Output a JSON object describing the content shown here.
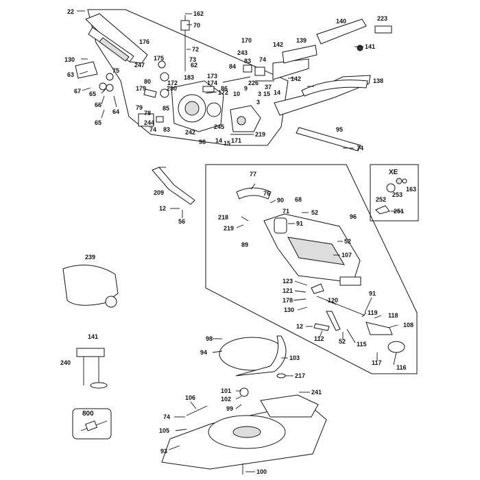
{
  "labels": [
    {
      "id": "l22a",
      "text": "22"
    },
    {
      "id": "l162",
      "text": "162"
    },
    {
      "id": "l70",
      "text": "70"
    },
    {
      "id": "l72",
      "text": "72"
    },
    {
      "id": "l73",
      "text": "73"
    },
    {
      "id": "l176",
      "text": "176"
    },
    {
      "id": "l247",
      "text": "247"
    },
    {
      "id": "l175",
      "text": "175"
    },
    {
      "id": "l62",
      "text": "62"
    },
    {
      "id": "l183",
      "text": "183"
    },
    {
      "id": "l173",
      "text": "173"
    },
    {
      "id": "l174",
      "text": "174"
    },
    {
      "id": "l172a",
      "text": "172"
    },
    {
      "id": "l172b",
      "text": "172"
    },
    {
      "id": "l80",
      "text": "80"
    },
    {
      "id": "l179",
      "text": "179"
    },
    {
      "id": "l250",
      "text": "250"
    },
    {
      "id": "l79",
      "text": "79"
    },
    {
      "id": "l78",
      "text": "78"
    },
    {
      "id": "l85",
      "text": "85"
    },
    {
      "id": "l74a",
      "text": "74"
    },
    {
      "id": "l83a",
      "text": "83"
    },
    {
      "id": "l244",
      "text": "244"
    },
    {
      "id": "l242",
      "text": "242"
    },
    {
      "id": "l98a",
      "text": "98"
    },
    {
      "id": "l130a",
      "text": "130"
    },
    {
      "id": "l63",
      "text": "63"
    },
    {
      "id": "l75",
      "text": "75"
    },
    {
      "id": "l67",
      "text": "67"
    },
    {
      "id": "l65a",
      "text": "65"
    },
    {
      "id": "l66",
      "text": "66"
    },
    {
      "id": "l64",
      "text": "64"
    },
    {
      "id": "l65b",
      "text": "65"
    },
    {
      "id": "l170",
      "text": "170"
    },
    {
      "id": "l243",
      "text": "243"
    },
    {
      "id": "l84",
      "text": "84"
    },
    {
      "id": "l83b",
      "text": "83"
    },
    {
      "id": "l74b",
      "text": "74"
    },
    {
      "id": "l86",
      "text": "86"
    },
    {
      "id": "l9",
      "text": "9"
    },
    {
      "id": "l10",
      "text": "10"
    },
    {
      "id": "l226",
      "text": "226"
    },
    {
      "id": "l37",
      "text": "37"
    },
    {
      "id": "l3a",
      "text": "3"
    },
    {
      "id": "l15a",
      "text": "15"
    },
    {
      "id": "l14a",
      "text": "14"
    },
    {
      "id": "l3b",
      "text": "3"
    },
    {
      "id": "l245",
      "text": "245"
    },
    {
      "id": "l14b",
      "text": "14"
    },
    {
      "id": "l15b",
      "text": "15"
    },
    {
      "id": "l171",
      "text": "171"
    },
    {
      "id": "l219a",
      "text": "219"
    },
    {
      "id": "l142a",
      "text": "142"
    },
    {
      "id": "l139",
      "text": "139"
    },
    {
      "id": "l140",
      "text": "140"
    },
    {
      "id": "l223",
      "text": "223"
    },
    {
      "id": "l141a",
      "text": "141"
    },
    {
      "id": "l142b",
      "text": "142"
    },
    {
      "id": "l138",
      "text": "138"
    },
    {
      "id": "l95",
      "text": "95"
    },
    {
      "id": "l74c",
      "text": "74"
    },
    {
      "id": "l209",
      "text": "209"
    },
    {
      "id": "l12a",
      "text": "12"
    },
    {
      "id": "l56",
      "text": "56"
    },
    {
      "id": "l77",
      "text": "77"
    },
    {
      "id": "l76",
      "text": "76"
    },
    {
      "id": "l90",
      "text": "90"
    },
    {
      "id": "l68",
      "text": "68"
    },
    {
      "id": "l52a",
      "text": "52"
    },
    {
      "id": "l218",
      "text": "218"
    },
    {
      "id": "l71",
      "text": "71"
    },
    {
      "id": "l91a",
      "text": "91"
    },
    {
      "id": "l219b",
      "text": "219"
    },
    {
      "id": "l89",
      "text": "89"
    },
    {
      "id": "l96",
      "text": "96"
    },
    {
      "id": "l52b",
      "text": "52"
    },
    {
      "id": "l107",
      "text": "107"
    },
    {
      "id": "lXE",
      "text": "XE"
    },
    {
      "id": "l163",
      "text": "163"
    },
    {
      "id": "l252",
      "text": "252"
    },
    {
      "id": "l253",
      "text": "253"
    },
    {
      "id": "l251",
      "text": "251"
    },
    {
      "id": "l239",
      "text": "239"
    },
    {
      "id": "l123",
      "text": "123"
    },
    {
      "id": "l121",
      "text": "121"
    },
    {
      "id": "l178",
      "text": "178"
    },
    {
      "id": "l130b",
      "text": "130"
    },
    {
      "id": "l120",
      "text": "120"
    },
    {
      "id": "l91b",
      "text": "91"
    },
    {
      "id": "l119",
      "text": "119"
    },
    {
      "id": "l118",
      "text": "118"
    },
    {
      "id": "l108",
      "text": "108"
    },
    {
      "id": "l12b",
      "text": "12"
    },
    {
      "id": "l112",
      "text": "112"
    },
    {
      "id": "l52c",
      "text": "52"
    },
    {
      "id": "l115",
      "text": "115"
    },
    {
      "id": "l117",
      "text": "117"
    },
    {
      "id": "l116",
      "text": "116"
    },
    {
      "id": "l141b",
      "text": "141"
    },
    {
      "id": "l240",
      "text": "240"
    },
    {
      "id": "l98b",
      "text": "98"
    },
    {
      "id": "l94",
      "text": "94"
    },
    {
      "id": "l103",
      "text": "103"
    },
    {
      "id": "l217",
      "text": "217"
    },
    {
      "id": "l101",
      "text": "101"
    },
    {
      "id": "l102",
      "text": "102"
    },
    {
      "id": "l99",
      "text": "99"
    },
    {
      "id": "l241",
      "text": "241"
    },
    {
      "id": "l106",
      "text": "106"
    },
    {
      "id": "l800",
      "text": "800"
    },
    {
      "id": "l74d",
      "text": "74"
    },
    {
      "id": "l105",
      "text": "105"
    },
    {
      "id": "l93",
      "text": "93"
    },
    {
      "id": "l100",
      "text": "100"
    }
  ]
}
